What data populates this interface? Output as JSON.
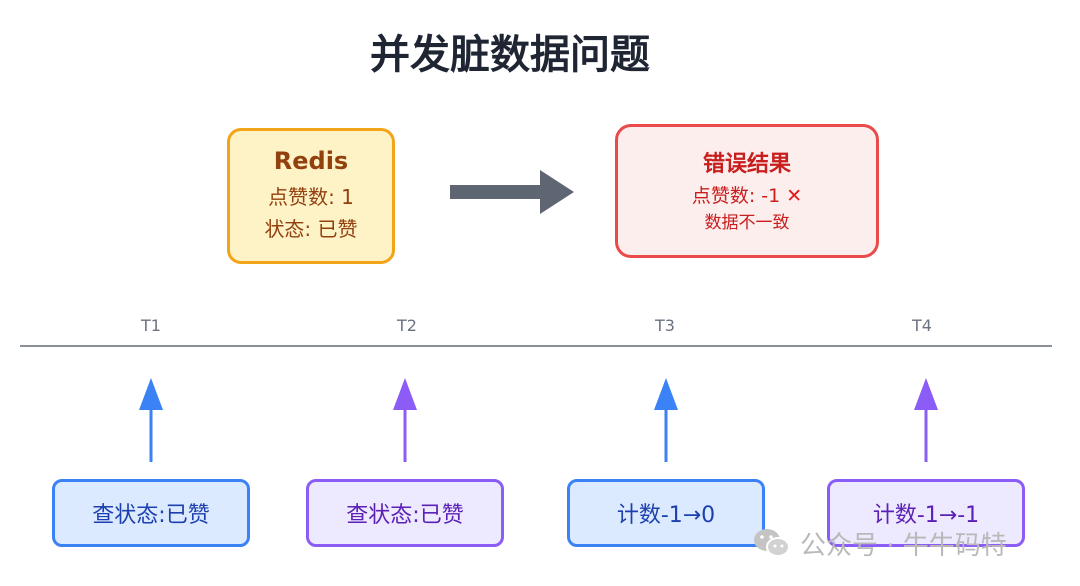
{
  "title": "并发脏数据问题",
  "redis_box": {
    "heading": "Redis",
    "line1": "点赞数: 1",
    "line2": "状态: 已赞"
  },
  "error_box": {
    "heading": "错误结果",
    "line1": "点赞数: -1",
    "mark": "✕",
    "line2": "数据不一致"
  },
  "timeline": {
    "labels": [
      "T1",
      "T2",
      "T3",
      "T4"
    ]
  },
  "steps": [
    {
      "label": "查状态:已赞",
      "color": "#3b82f6"
    },
    {
      "label": "查状态:已赞",
      "color": "#8b5cf6"
    },
    {
      "label": "计数-1→0",
      "color": "#3b82f6"
    },
    {
      "label": "计数-1→-1",
      "color": "#8b5cf6"
    }
  ],
  "watermark": {
    "text": "公众号 · 牛牛码特",
    "icon": "wechat-icon"
  },
  "colors": {
    "blue": "#3b82f6",
    "purple": "#8b5cf6",
    "arrow_gray": "#5f6673",
    "redis_border": "#f2a518",
    "error_border": "#ea4a4a"
  }
}
